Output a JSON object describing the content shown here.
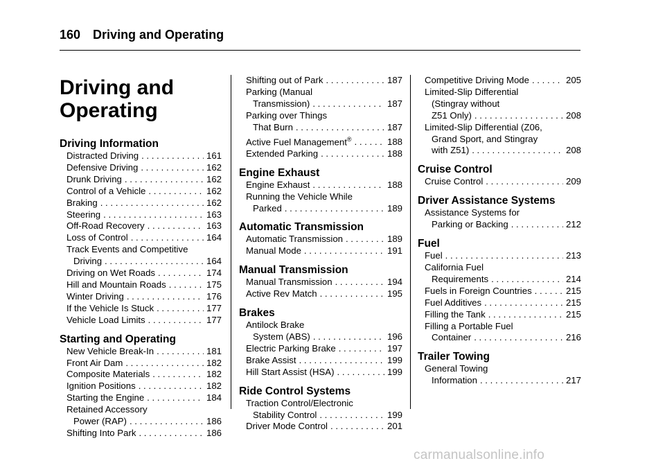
{
  "header": {
    "page_number": "160",
    "title": "Driving and Operating"
  },
  "big_title": [
    "Driving and",
    "Operating"
  ],
  "columns": [
    [
      {
        "section": "Driving Information",
        "entries": [
          {
            "lines": [
              "Distracted Driving"
            ],
            "page": "161"
          },
          {
            "lines": [
              "Defensive Driving"
            ],
            "page": "162"
          },
          {
            "lines": [
              "Drunk Driving"
            ],
            "page": "162"
          },
          {
            "lines": [
              "Control of a Vehicle"
            ],
            "page": "162"
          },
          {
            "lines": [
              "Braking"
            ],
            "page": "162"
          },
          {
            "lines": [
              "Steering"
            ],
            "page": "163"
          },
          {
            "lines": [
              "Off-Road Recovery"
            ],
            "page": "163"
          },
          {
            "lines": [
              "Loss of Control"
            ],
            "page": "164"
          },
          {
            "lines": [
              "Track Events and Competitive",
              "Driving"
            ],
            "page": "164"
          },
          {
            "lines": [
              "Driving on Wet Roads"
            ],
            "page": "174"
          },
          {
            "lines": [
              "Hill and Mountain Roads"
            ],
            "page": "175"
          },
          {
            "lines": [
              "Winter Driving"
            ],
            "page": "176"
          },
          {
            "lines": [
              "If the Vehicle Is Stuck"
            ],
            "page": "177"
          },
          {
            "lines": [
              "Vehicle Load Limits"
            ],
            "page": "177"
          }
        ]
      },
      {
        "section": "Starting and Operating",
        "entries": [
          {
            "lines": [
              "New Vehicle Break-In"
            ],
            "page": "181"
          },
          {
            "lines": [
              "Front Air Dam"
            ],
            "page": "182"
          },
          {
            "lines": [
              "Composite Materials"
            ],
            "page": "182"
          },
          {
            "lines": [
              "Ignition Positions"
            ],
            "page": "182"
          },
          {
            "lines": [
              "Starting the Engine"
            ],
            "page": "184"
          },
          {
            "lines": [
              "Retained Accessory",
              "Power (RAP)"
            ],
            "page": "186"
          },
          {
            "lines": [
              "Shifting Into Park"
            ],
            "page": "186"
          }
        ]
      }
    ],
    [
      {
        "section": "",
        "entries": [
          {
            "lines": [
              "Shifting out of Park"
            ],
            "page": "187"
          },
          {
            "lines": [
              "Parking (Manual",
              "Transmission)"
            ],
            "page": "187"
          },
          {
            "lines": [
              "Parking over Things",
              "That Burn"
            ],
            "page": "187"
          },
          {
            "lines": [
              "Active Fuel Management®"
            ],
            "page": "188"
          },
          {
            "lines": [
              "Extended Parking"
            ],
            "page": "188"
          }
        ]
      },
      {
        "section": "Engine Exhaust",
        "entries": [
          {
            "lines": [
              "Engine Exhaust"
            ],
            "page": "188"
          },
          {
            "lines": [
              "Running the Vehicle While",
              "Parked"
            ],
            "page": "189"
          }
        ]
      },
      {
        "section": "Automatic Transmission",
        "entries": [
          {
            "lines": [
              "Automatic Transmission"
            ],
            "page": "189"
          },
          {
            "lines": [
              "Manual Mode"
            ],
            "page": "191"
          }
        ]
      },
      {
        "section": "Manual Transmission",
        "entries": [
          {
            "lines": [
              "Manual Transmission"
            ],
            "page": "194"
          },
          {
            "lines": [
              "Active Rev Match"
            ],
            "page": "195"
          }
        ]
      },
      {
        "section": "Brakes",
        "entries": [
          {
            "lines": [
              "Antilock Brake",
              "System (ABS)"
            ],
            "page": "196"
          },
          {
            "lines": [
              "Electric Parking Brake"
            ],
            "page": "197"
          },
          {
            "lines": [
              "Brake Assist"
            ],
            "page": "199"
          },
          {
            "lines": [
              "Hill Start Assist (HSA)"
            ],
            "page": "199"
          }
        ]
      },
      {
        "section": "Ride Control Systems",
        "entries": [
          {
            "lines": [
              "Traction Control/Electronic",
              "Stability Control"
            ],
            "page": "199"
          },
          {
            "lines": [
              "Driver Mode Control"
            ],
            "page": "201"
          }
        ]
      }
    ],
    [
      {
        "section": "",
        "entries": [
          {
            "lines": [
              "Competitive Driving Mode"
            ],
            "page": "205"
          },
          {
            "lines": [
              "Limited-Slip Differential",
              "(Stingray without",
              "Z51 Only)"
            ],
            "page": "208"
          },
          {
            "lines": [
              "Limited-Slip Differential (Z06,",
              "Grand Sport, and Stingray",
              "with Z51)"
            ],
            "page": "208"
          }
        ]
      },
      {
        "section": "Cruise Control",
        "entries": [
          {
            "lines": [
              "Cruise Control"
            ],
            "page": "209"
          }
        ]
      },
      {
        "section": "Driver Assistance Systems",
        "entries": [
          {
            "lines": [
              "Assistance Systems for",
              "Parking or Backing"
            ],
            "page": "212"
          }
        ]
      },
      {
        "section": "Fuel",
        "entries": [
          {
            "lines": [
              "Fuel"
            ],
            "page": "213"
          },
          {
            "lines": [
              "California Fuel",
              "Requirements"
            ],
            "page": "214"
          },
          {
            "lines": [
              "Fuels in Foreign Countries"
            ],
            "page": "215"
          },
          {
            "lines": [
              "Fuel Additives"
            ],
            "page": "215"
          },
          {
            "lines": [
              "Filling the Tank"
            ],
            "page": "215"
          },
          {
            "lines": [
              "Filling a Portable Fuel",
              "Container"
            ],
            "page": "216"
          }
        ]
      },
      {
        "section": "Trailer Towing",
        "entries": [
          {
            "lines": [
              "General Towing",
              "Information"
            ],
            "page": "217"
          }
        ]
      }
    ]
  ],
  "watermark": "carmanualsonline.info"
}
